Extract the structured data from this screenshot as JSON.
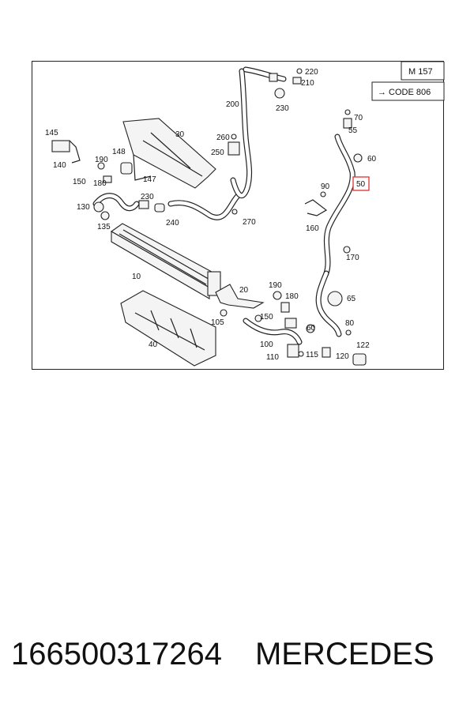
{
  "diagram": {
    "model_box": "M 157",
    "code_box": "→ CODE 806",
    "highlighted_part": "50",
    "part_labels": {
      "p10": "10",
      "p20": "20",
      "p30": "30",
      "p40": "40",
      "p50": "50",
      "p55": "55",
      "p60a": "60",
      "p60b": "60",
      "p65": "65",
      "p70": "70",
      "p80": "80",
      "p90": "90",
      "p100": "100",
      "p105": "105",
      "p110": "110",
      "p115": "115",
      "p120": "120",
      "p122": "122",
      "p130": "130",
      "p135": "135",
      "p140": "140",
      "p145": "145",
      "p147": "147",
      "p148": "148",
      "p150a": "150",
      "p150b": "150",
      "p160": "160",
      "p170": "170",
      "p180a": "180",
      "p180b": "180",
      "p190a": "190",
      "p190b": "190",
      "p200": "200",
      "p210": "210",
      "p220": "220",
      "p230a": "230",
      "p230b": "230",
      "p240": "240",
      "p250": "250",
      "p260": "260",
      "p270": "270"
    }
  },
  "footer": {
    "part_number": "166500317264",
    "brand": "MERCEDES"
  }
}
